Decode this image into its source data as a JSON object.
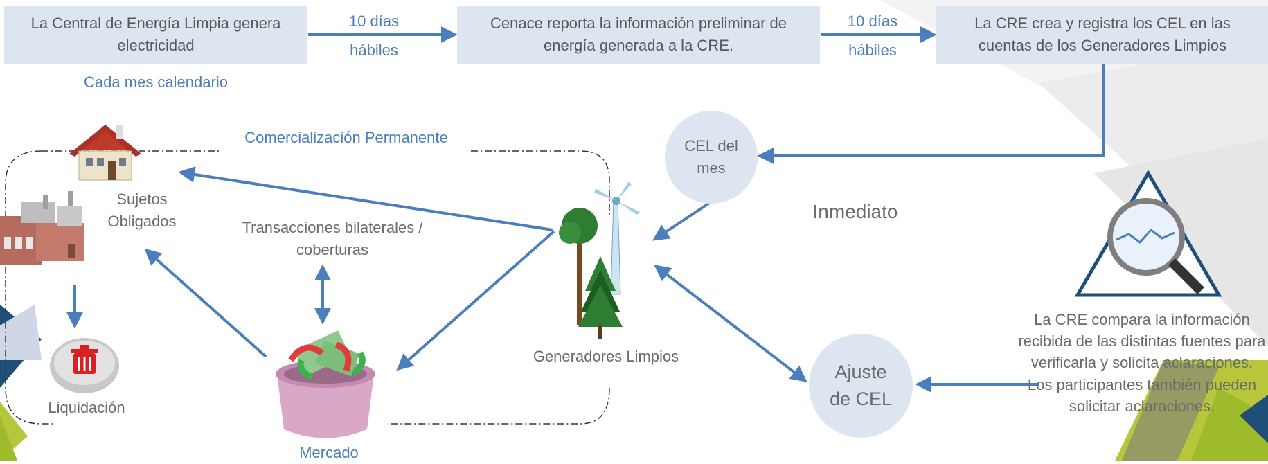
{
  "colors": {
    "arrow": "#4a7fbc",
    "box_fill": "#dce5f0",
    "text": "#595959",
    "accent_text": "#4a7fbc"
  },
  "step_boxes": {
    "central": "La Central de Energía Limpia genera electricidad",
    "cenace": "Cenace reporta la información preliminar de energía generada a la CRE.",
    "cre": "La CRE crea y registra los CEL en las cuentas de los Generadores Limpios"
  },
  "timing": {
    "first": {
      "line1": "10 días",
      "line2": "hábiles"
    },
    "second": {
      "line1": "10 días",
      "line2": "hábiles"
    },
    "monthly": "Cada mes calendario",
    "immediate": "Inmediato"
  },
  "nodes": {
    "cel_month": "CEL del mes",
    "adjust": "Ajuste de CEL",
    "generators": "Generadores Limpios",
    "market": "Mercado",
    "obligated": "Sujetos Obligados",
    "settlement": "Liquidación",
    "permanent_trade": "Comercialización Permanente",
    "bilateral": "Transacciones bilaterales / coberturas"
  },
  "review_note": "La CRE compara la información recibida de las distintas fuentes para verificarla y solicita aclaraciones. Los participantes también pueden solicitar aclaraciones.",
  "icons": [
    "house-icon",
    "factory-icon",
    "trash-can-icon",
    "money-basket-icon",
    "wind-turbine-icon",
    "tree-icon",
    "magnifier-icon"
  ]
}
